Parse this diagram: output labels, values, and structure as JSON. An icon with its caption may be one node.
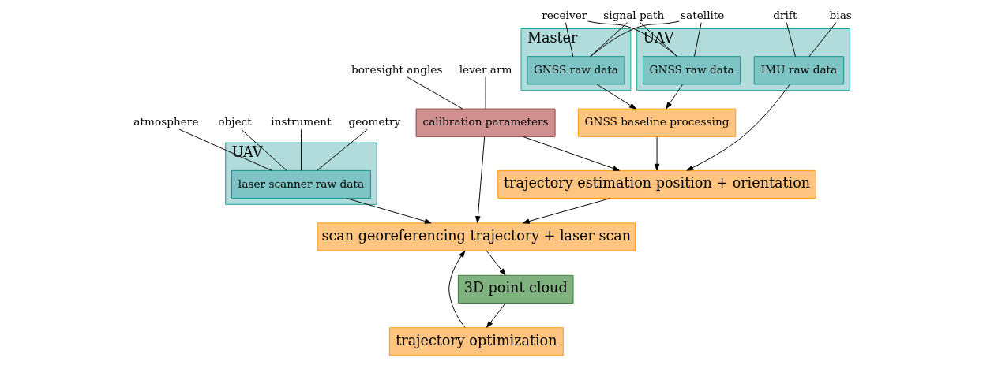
{
  "diagram": {
    "nodes": [
      {
        "text": [
          "UAV"
        ]
      },
      {
        "text": [
          "IMU raw data"
        ],
        "in": 0
      },
      {
        "text": [
          "GNSS raw data"
        ],
        "in": 0
      },
      {
        "text": [
          "Master"
        ]
      },
      {
        "text": [
          "GNSS raw data"
        ],
        "in": 3
      },
      {
        "text": [
          "UAV"
        ]
      },
      {
        "text": [
          "laser scanner raw data"
        ],
        "in": 5
      },
      {
        "text": [
          "GNSS baseline processing"
        ]
      },
      {
        "text": [
          "calibration parameters"
        ]
      },
      {
        "text": [
          "trajectory optimization"
        ]
      },
      {
        "text": [
          "trajectory estimation position + orientation"
        ]
      },
      {
        "text": [
          "scan georeferencing trajectory + laser scan"
        ]
      },
      {
        "text": [
          "3D point cloud"
        ]
      },
      {
        "text": [
          "drift"
        ]
      },
      {
        "text": [
          "bias"
        ]
      },
      {
        "text": [
          "satellite"
        ]
      },
      {
        "text": [
          "receiver"
        ]
      },
      {
        "text": [
          "signal path"
        ]
      },
      {
        "text": [
          "boresight angles"
        ]
      },
      {
        "text": [
          "lever arm"
        ]
      },
      {
        "text": [
          "object"
        ]
      },
      {
        "text": [
          "instrument"
        ]
      },
      {
        "text": [
          "geometry"
        ]
      },
      {
        "text": [
          "atmosphere"
        ]
      }
    ],
    "edges": [
      {
        "from": 13,
        "to": 1,
        "arrow": "none"
      },
      {
        "from": 14,
        "to": 1,
        "arrow": "none"
      },
      {
        "from": 15,
        "to": 2,
        "arrow": "none"
      },
      {
        "from": 16,
        "to": 2,
        "arrow": "none"
      },
      {
        "from": 17,
        "to": 2,
        "arrow": "none"
      },
      {
        "from": 15,
        "to": 4,
        "arrow": "none"
      },
      {
        "from": 16,
        "to": 4,
        "arrow": "none"
      },
      {
        "from": 17,
        "to": 4,
        "arrow": "none"
      },
      {
        "from": 18,
        "to": 8,
        "arrow": "none"
      },
      {
        "from": 19,
        "to": 8,
        "arrow": "none"
      },
      {
        "from": 20,
        "to": 6,
        "arrow": "none"
      },
      {
        "from": 21,
        "to": 6,
        "arrow": "none"
      },
      {
        "from": 22,
        "to": 6,
        "arrow": "none"
      },
      {
        "from": 23,
        "to": 6,
        "arrow": "none"
      },
      {
        "from": 1,
        "to": 10,
        "arrow": "to"
      },
      {
        "from": 2,
        "to": 7,
        "arrow": "to"
      },
      {
        "from": 4,
        "to": 7,
        "arrow": "to"
      },
      {
        "from": 7,
        "to": 10,
        "arrow": "to"
      },
      {
        "from": 8,
        "to": 10,
        "arrow": "to"
      },
      {
        "from": 8,
        "to": 11,
        "arrow": "to"
      },
      {
        "from": 6,
        "to": 11,
        "arrow": "to"
      },
      {
        "from": 9,
        "to": 11,
        "arrow": "to"
      },
      {
        "from": 10,
        "to": 11,
        "arrow": "to"
      },
      {
        "from": 11,
        "to": 12,
        "arrow": "to"
      },
      {
        "from": 12,
        "to": 9,
        "arrow": "to"
      }
    ]
  }
}
